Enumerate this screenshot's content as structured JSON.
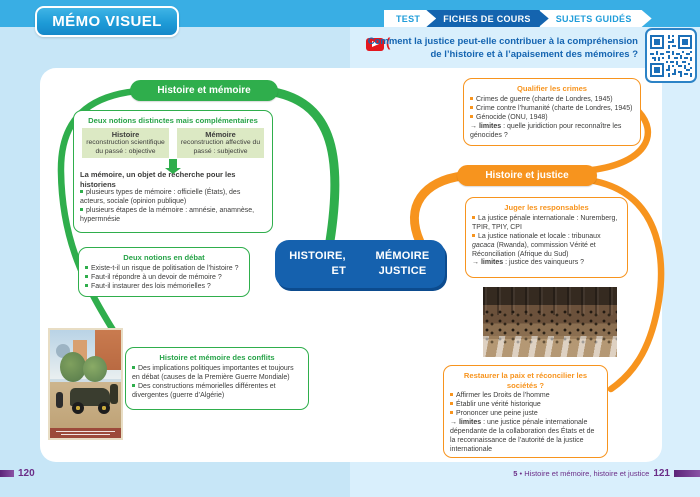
{
  "header": {
    "badge": "MÉMO VISUEL",
    "tabs": [
      {
        "label": "TEST",
        "active": false
      },
      {
        "label": "FICHES DE COURS",
        "active": true
      },
      {
        "label": "SUJETS GUIDÉS",
        "active": false
      }
    ],
    "video_paren": "(",
    "question_line1": "Comment la justice peut-elle contribuer à la compréhension",
    "question_line2": "de l’histoire et à l’apaisement des mémoires ?"
  },
  "center_node": {
    "l1": "HISTOIRE,",
    "l2": "ET",
    "r1": "MÉMOIRE",
    "r2": "JUSTICE"
  },
  "green_branch": {
    "pill": "Histoire et mémoire",
    "box_notions": {
      "title": "Deux notions distinctes mais complémentaires",
      "cell_left": {
        "title": "Histoire",
        "body": "reconstruction scientifique du passé : objective"
      },
      "cell_right": {
        "title": "Mémoire",
        "body": "reconstruction affective du passé : subjective"
      },
      "subtitle": "La mémoire, un objet de recherche pour les historiens",
      "bullets": [
        "plusieurs types de mémoire : officielle (États), des acteurs, sociale (opinion publique)",
        "plusieurs étapes de la mémoire : amnésie, anamnèse, hypermnésie"
      ]
    },
    "box_debat": {
      "title": "Deux notions en débat",
      "bullets": [
        "Existe-t-il un risque de politisation de l’histoire ?",
        "Faut-il répondre à un devoir de mémoire ?",
        "Faut-il instaurer des lois mémorielles ?"
      ]
    },
    "box_conflits": {
      "title": "Histoire et mémoire des conflits",
      "bullets": [
        "Des implications politiques importantes et toujours en débat (causes de la Première Guerre Mondiale)",
        "Des constructions mémorielles différentes et divergentes (guerre d’Algérie)"
      ]
    }
  },
  "orange_branch": {
    "pill": "Histoire et justice",
    "box_crimes": {
      "title": "Qualifier les crimes",
      "bullets": [
        "Crimes de guerre (charte de Londres, 1945)",
        "Crime contre l’humanité (charte de Londres, 1945)",
        "Génocide (ONU, 1948)"
      ],
      "limit": {
        "arrow": "→",
        "label": "limites",
        "text": " : quelle juridiction pour reconnaître les génocides ?"
      }
    },
    "box_juger": {
      "title": "Juger les responsables",
      "bullet1": "La justice pénale internationale : Nuremberg, TPIR, TPIY, CPI",
      "bullet2_pre": "La justice nationale et locale : tribunaux ",
      "bullet2_italic": "gacaca",
      "bullet2_post": " (Rwanda), commission Vérité et Réconciliation (Afrique du Sud)",
      "limit": {
        "arrow": "→",
        "label": "limites",
        "text": " : justice des vainqueurs ?"
      }
    },
    "box_paix": {
      "title": "Restaurer la paix et réconcilier les sociétés ?",
      "bullets": [
        "Affirmer les Droits de l’homme",
        "Établir une vérité historique",
        "Prononcer une peine juste"
      ],
      "limit": {
        "arrow": "→",
        "label": "limites",
        "text": " : une justice pénale internationale dépendante de la collaboration des États et de la reconnaissance de l’autorité de la justice internationale"
      }
    }
  },
  "footer": {
    "page_left": "120",
    "chapter_num": "5",
    "chapter_sep": "•",
    "chapter_title": "Histoire et mémoire, histoire et justice",
    "page_right": "121"
  },
  "colors": {
    "topbar_blue": "#39aee4",
    "badge_blue": "#1e9bd7",
    "tab_active_blue": "#1464af",
    "question_blue": "#1565b1",
    "accent_green": "#2fae4c",
    "cell_green": "#dce9c4",
    "accent_orange": "#f7941e",
    "node_blue": "#1561ae",
    "footer_purple": "#6b2d87",
    "video_red": "#e3171e",
    "qr_blue": "#1b6fb8"
  }
}
